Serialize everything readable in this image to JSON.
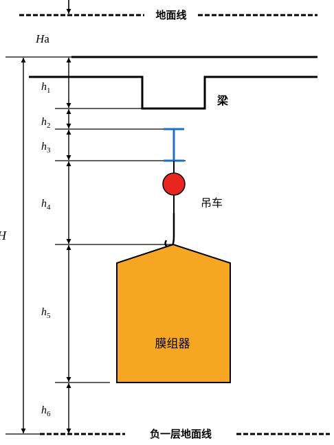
{
  "labels": {
    "ground_line": "地面线",
    "basement_line": "负一层地面线",
    "beam": "梁",
    "crane": "吊车",
    "module": "膜组器"
  },
  "dimensions": {
    "Ha": "Ha",
    "H": "H",
    "h1": "h1",
    "h2": "h2",
    "h3": "h3",
    "h4": "h4",
    "h5": "h5",
    "h6": "h6"
  },
  "colors": {
    "line": "#000000",
    "module_fill": "#f5a623",
    "crane_ball": "#e8261e",
    "trolley": "#1f6fc0"
  }
}
